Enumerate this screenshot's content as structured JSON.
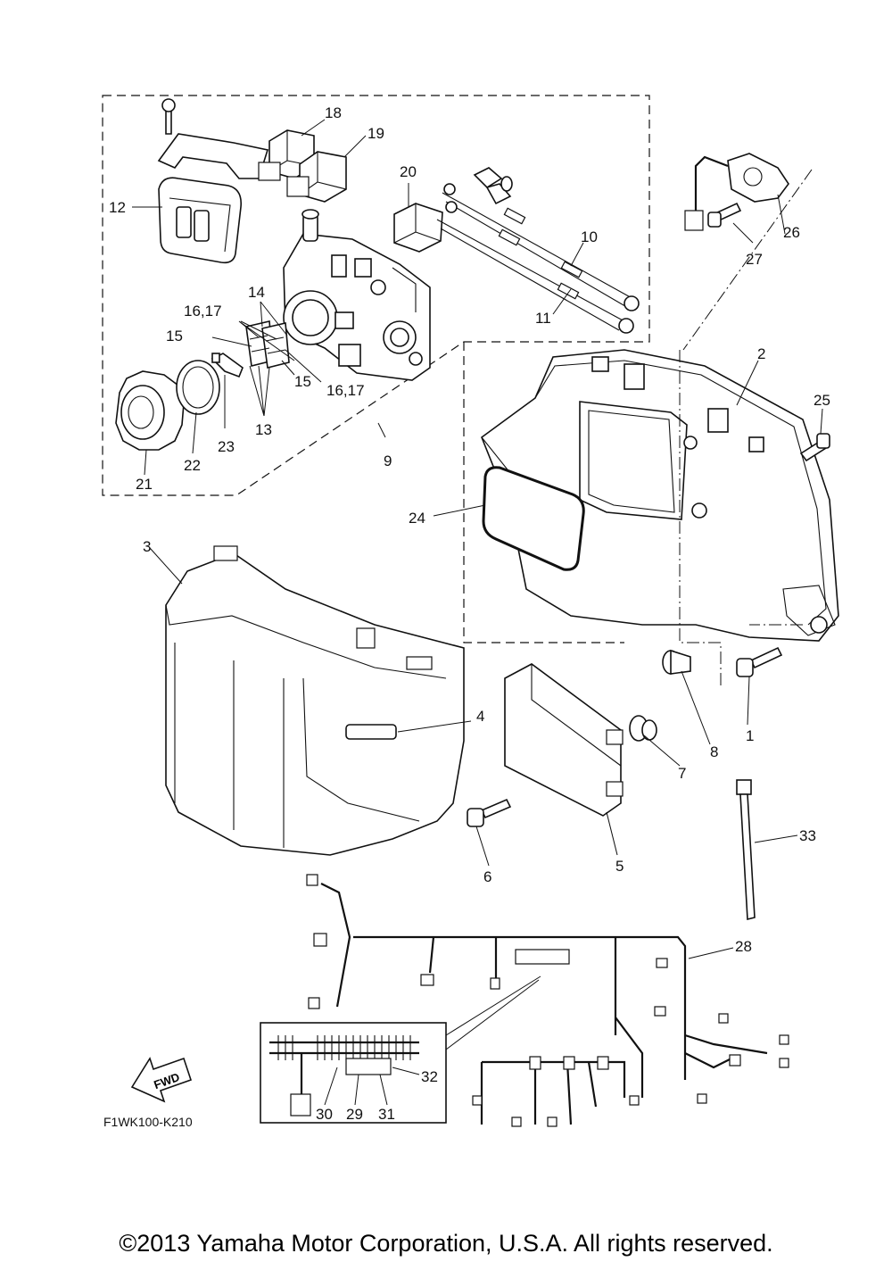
{
  "diagram": {
    "callouts": {
      "c1": "1",
      "c2": "2",
      "c3": "3",
      "c4": "4",
      "c5": "5",
      "c6": "6",
      "c7": "7",
      "c8": "8",
      "c9": "9",
      "c10": "10",
      "c11": "11",
      "c12": "12",
      "c13": "13",
      "c14": "14",
      "c15a": "15",
      "c15b": "15",
      "c1617a": "16,17",
      "c1617b": "16,17",
      "c18": "18",
      "c19": "19",
      "c20": "20",
      "c21": "21",
      "c22": "22",
      "c23": "23",
      "c24": "24",
      "c25": "25",
      "c26": "26",
      "c27": "27",
      "c28": "28",
      "c29": "29",
      "c30": "30",
      "c31": "31",
      "c32": "32",
      "c33": "33"
    },
    "fwd_label": "FWD",
    "drawing_code": "F1WK100-K210",
    "copyright": "©2013 Yamaha Motor Corporation, U.S.A. All rights reserved."
  }
}
